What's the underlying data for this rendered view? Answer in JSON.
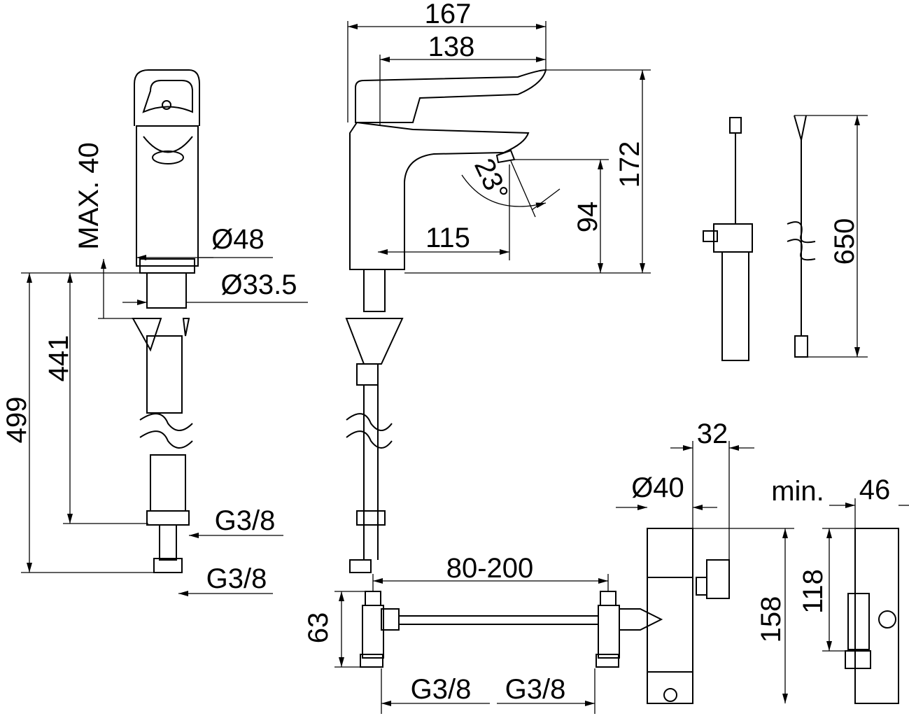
{
  "drawing": {
    "title": "Single-lever basin mixer dimension drawing",
    "labels": {
      "width_total": "167",
      "spout_reach_lever": "138",
      "height_total": "172",
      "spout_height": "94",
      "spout_projection": "115",
      "spout_angle": "23°",
      "max_deck": "MAX. 40",
      "body_diameter": "Ø48",
      "shank_diameter": "Ø33.5",
      "hose_length_total": "499",
      "hose_length": "441",
      "connection_1": "G3/8",
      "connection_2": "G3/8",
      "cable_length": "650",
      "box_offset": "32",
      "box_diameter": "Ø40",
      "min_label": "min.",
      "box_depth": "46",
      "mixer_spacing": "80-200",
      "valve_height": "63",
      "box_height": "158",
      "box_inner_height": "118",
      "bottom_connection_1": "G3/8",
      "bottom_connection_2": "G3/8"
    },
    "ink_color": "#000000"
  }
}
